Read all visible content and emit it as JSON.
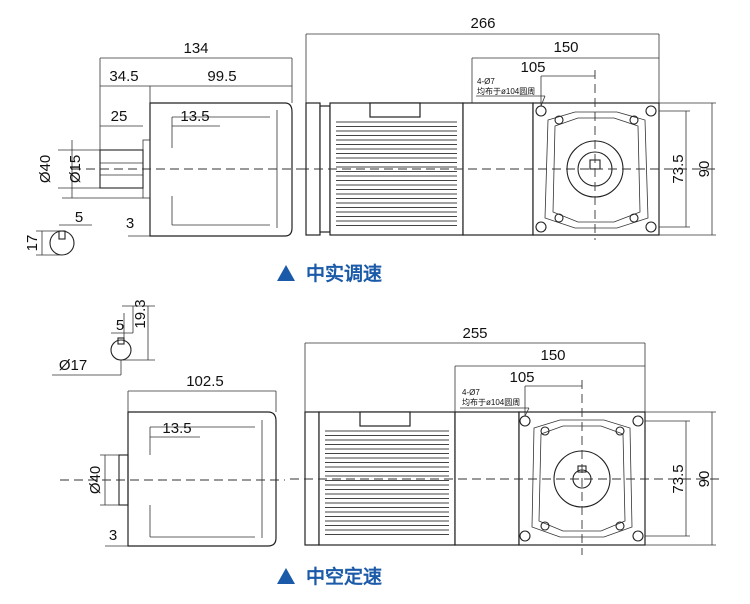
{
  "top": {
    "title": "中实调速",
    "dims": {
      "total": "266",
      "side_len": "134",
      "flange": "34.5",
      "body": "99.5",
      "shaft": "25",
      "step": "13.5",
      "d40": "Ø40",
      "d15": "Ø15",
      "key_w": "5",
      "key_h": "17",
      "t3": "3",
      "w150": "150",
      "w105": "105",
      "h73": "73.5",
      "h90": "90"
    },
    "note_line1": "4-Ø7",
    "note_line2": "均布于ø104圆周"
  },
  "bottom": {
    "title": "中空定速",
    "dims": {
      "total": "255",
      "side_len": "102.5",
      "step": "13.5",
      "d40": "Ø40",
      "t3": "3",
      "key_w": "5",
      "key_depth": "19.3",
      "d17": "Ø17",
      "w150": "150",
      "w105": "105",
      "h73": "73.5",
      "h90": "90"
    },
    "note_line1": "4-Ø7",
    "note_line2": "均布于ø104圆周"
  },
  "colors": {
    "title": "#1a5aa8",
    "line": "#222222"
  }
}
